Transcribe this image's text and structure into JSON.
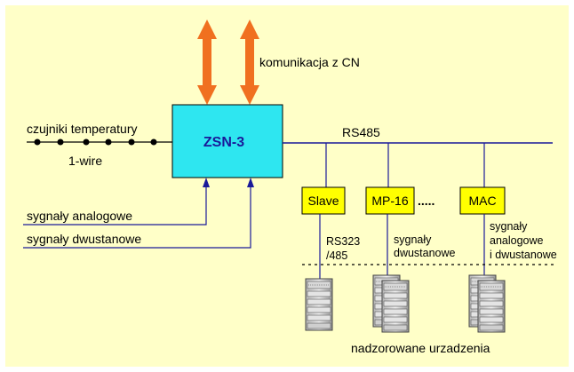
{
  "diagram": {
    "main_unit": "ZSN-3",
    "comm_label": "komunikacja z CN",
    "bus_label": "RS485",
    "sensors_label": "czujniki temperatury",
    "onewire_label": "1-wire",
    "analog_label": "sygnały analogowe",
    "binary_label": "sygnały dwustanowe",
    "devices": [
      {
        "name": "Slave",
        "link_line1": "RS323",
        "link_line2": "/485",
        "link_line3": ""
      },
      {
        "name": "MP-16",
        "link_line1": "sygnały",
        "link_line2": "dwustanowe",
        "link_line3": ""
      },
      {
        "name": "MAC",
        "link_line1": "sygnały",
        "link_line2": "analogowe",
        "link_line3": "i dwustanowe"
      }
    ],
    "ellipsis": ".....",
    "supervised_label": "nadzorowane urzadzenia"
  },
  "colors": {
    "background": "#FFFFC8",
    "main_box": "#2EE6F0",
    "device_box": "#FFFF00",
    "arrow": "#F07020",
    "line": "#1a1a99"
  }
}
